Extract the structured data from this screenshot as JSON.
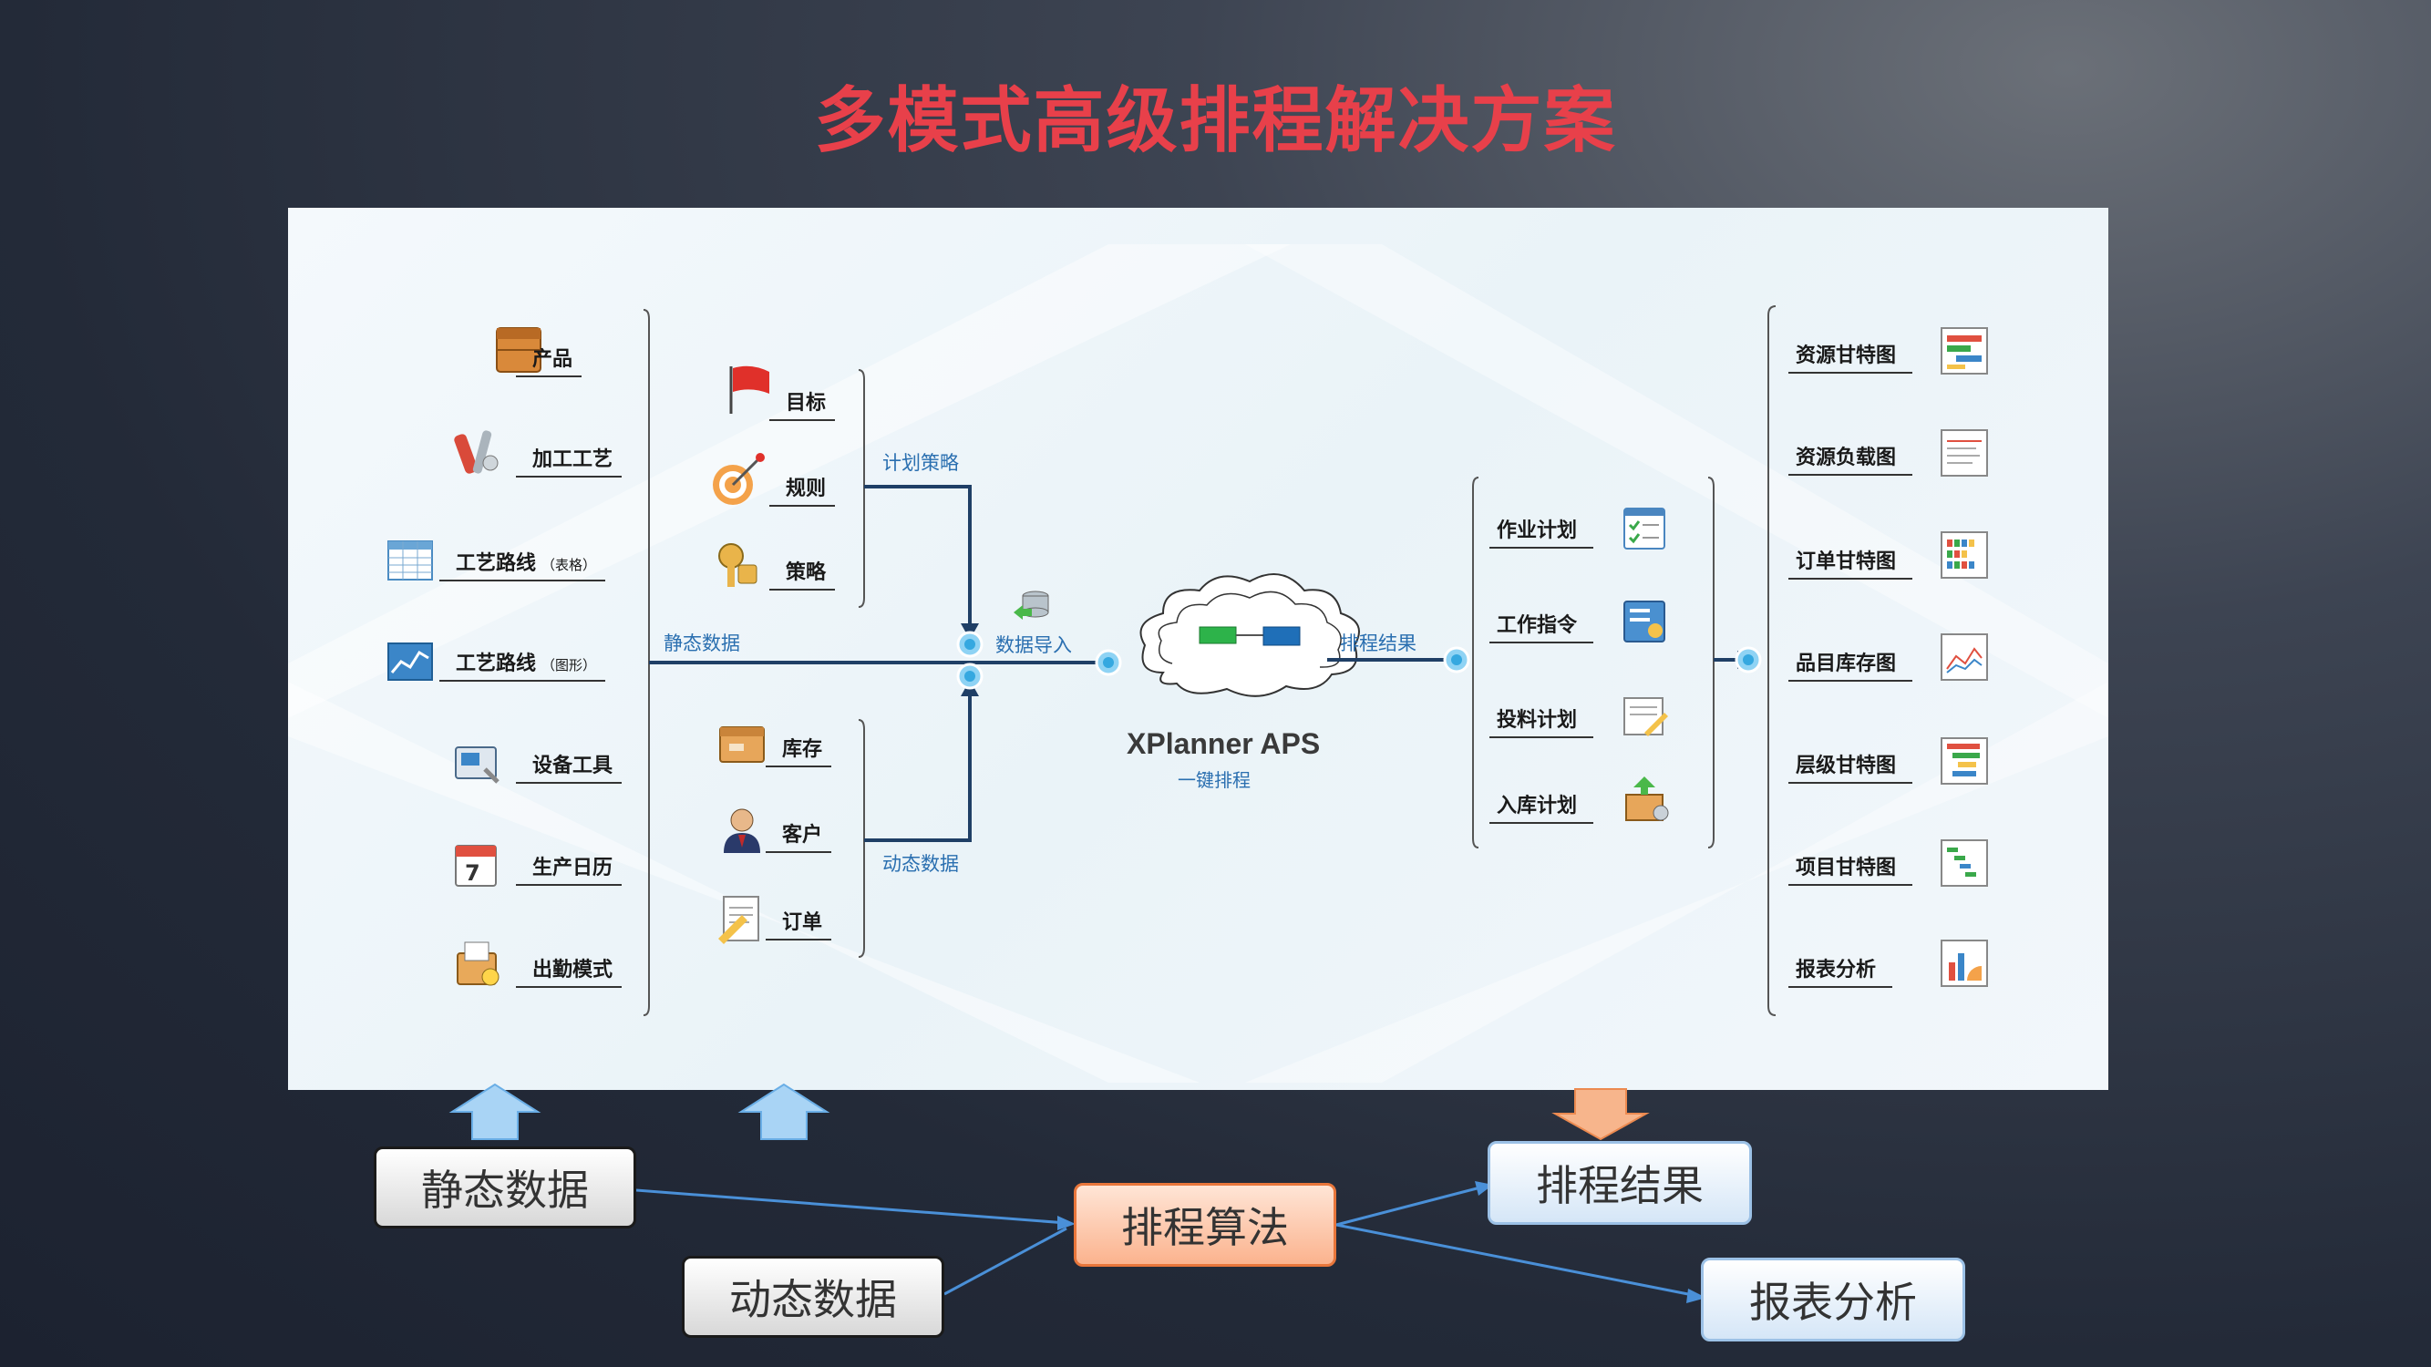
{
  "title": "多模式高级排程解决方案",
  "left_items": [
    {
      "label": "产品",
      "note": ""
    },
    {
      "label": "加工工艺",
      "note": ""
    },
    {
      "label": "工艺路线",
      "note": "（表格）"
    },
    {
      "label": "工艺路线",
      "note": "（图形）"
    },
    {
      "label": "设备工具",
      "note": ""
    },
    {
      "label": "生产日历",
      "note": ""
    },
    {
      "label": "出勤模式",
      "note": ""
    }
  ],
  "strategy_items": [
    "目标",
    "规则",
    "策略"
  ],
  "dynamic_items": [
    "库存",
    "客户",
    "订单"
  ],
  "connectors": {
    "static": "静态数据",
    "strategy": "计划策略",
    "dynamic": "动态数据",
    "import": "数据导入",
    "result": "排程结果"
  },
  "core": {
    "name": "XPlanner APS",
    "sub": "一键排程"
  },
  "plan_items": [
    "作业计划",
    "工作指令",
    "投料计划",
    "入库计划"
  ],
  "report_items": [
    "资源甘特图",
    "资源负载图",
    "订单甘特图",
    "品目库存图",
    "层级甘特图",
    "项目甘特图",
    "报表分析"
  ],
  "flow": {
    "static": "静态数据",
    "dynamic": "动态数据",
    "algorithm": "排程算法",
    "result": "排程结果",
    "report": "报表分析"
  },
  "colors": {
    "title": "#e8404a",
    "connector": "#1f3f66",
    "accent_blue": "#2a6fb0",
    "orange": "#f4a070"
  }
}
